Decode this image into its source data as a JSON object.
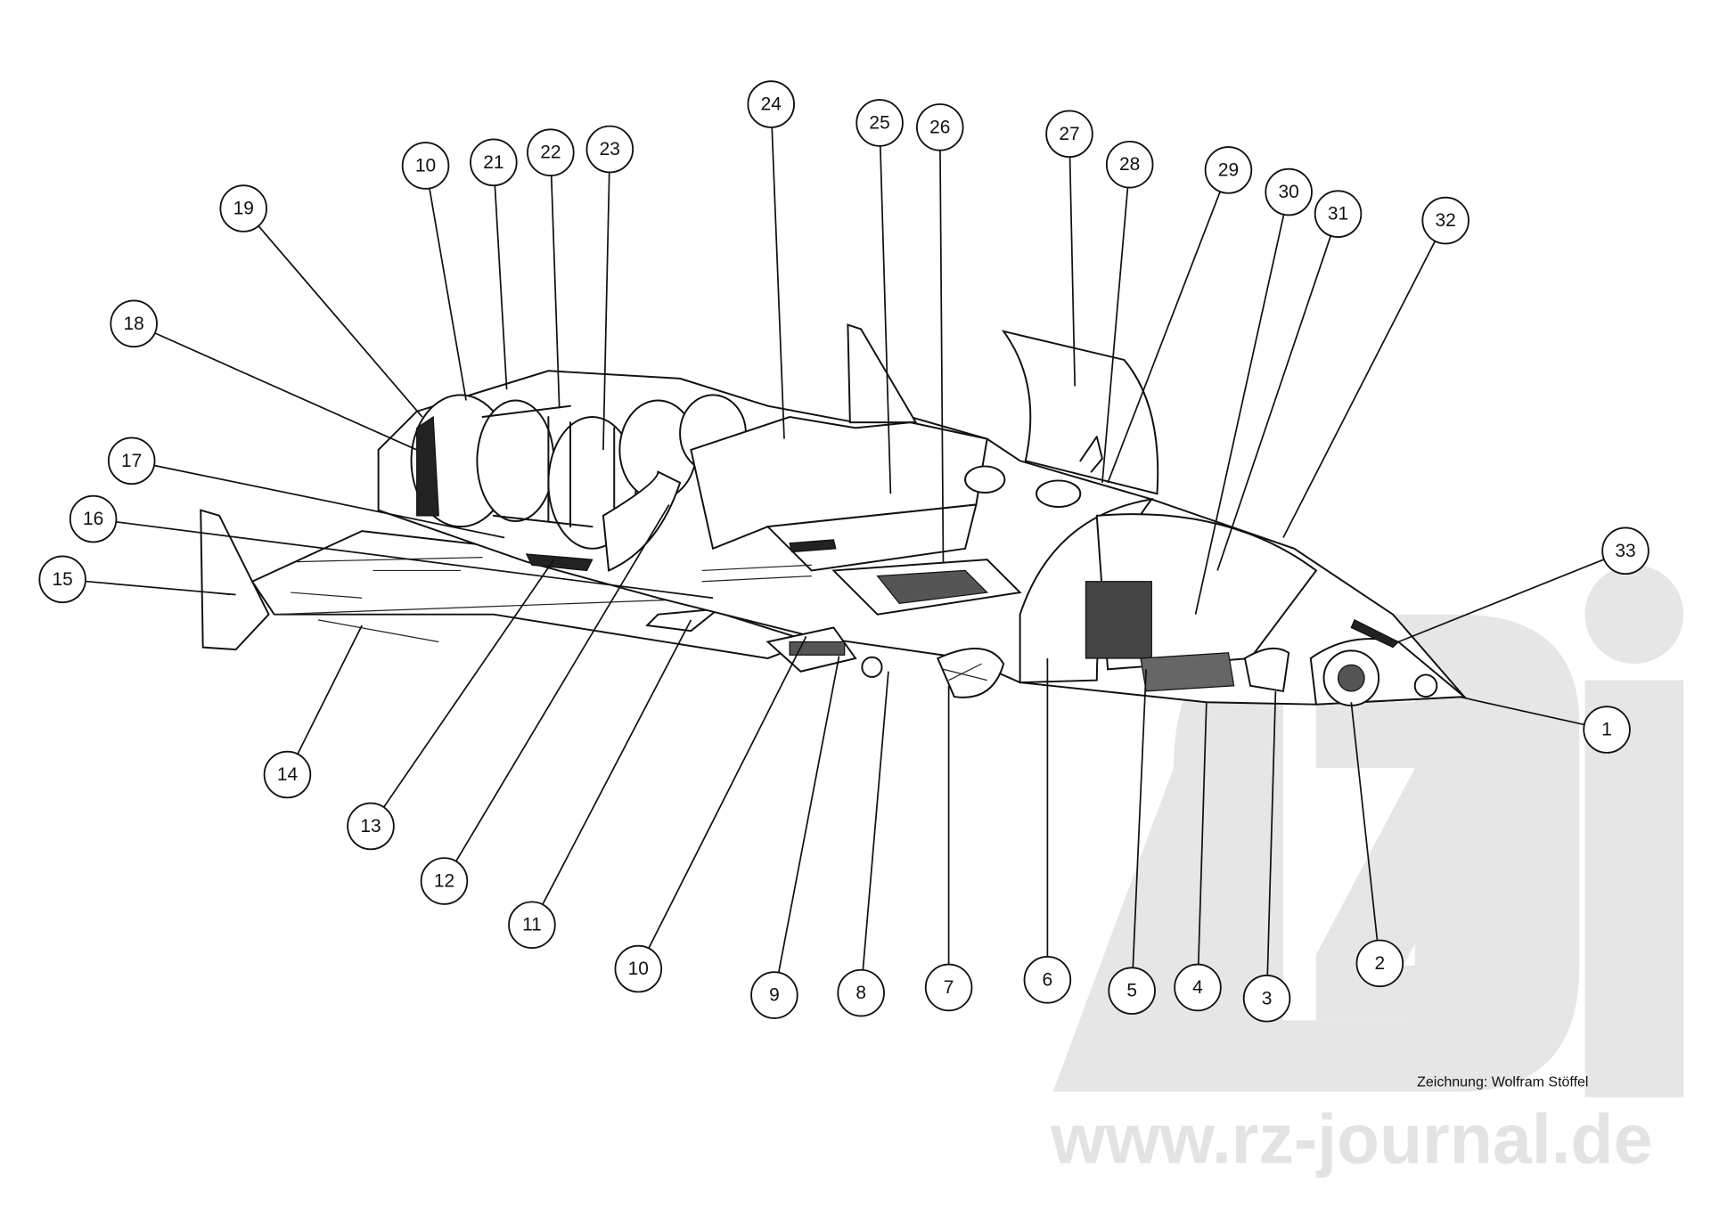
{
  "title": "Spacecraft cutaway drawing",
  "credit": "Zeichnung: Wolfram Stöffel",
  "watermark": {
    "logo_text": "rz",
    "url": "www.rz-journal.de"
  },
  "callouts": [
    "1",
    "2",
    "3",
    "4",
    "5",
    "6",
    "7",
    "8",
    "9",
    "10",
    "11",
    "12",
    "13",
    "14",
    "15",
    "16",
    "17",
    "18",
    "19",
    "10",
    "21",
    "22",
    "23",
    "24",
    "25",
    "26",
    "27",
    "28",
    "29",
    "30",
    "31",
    "32",
    "33"
  ],
  "colors": {
    "ink": "#111111",
    "watermark": "#e6e6e6",
    "paper": "#ffffff"
  }
}
